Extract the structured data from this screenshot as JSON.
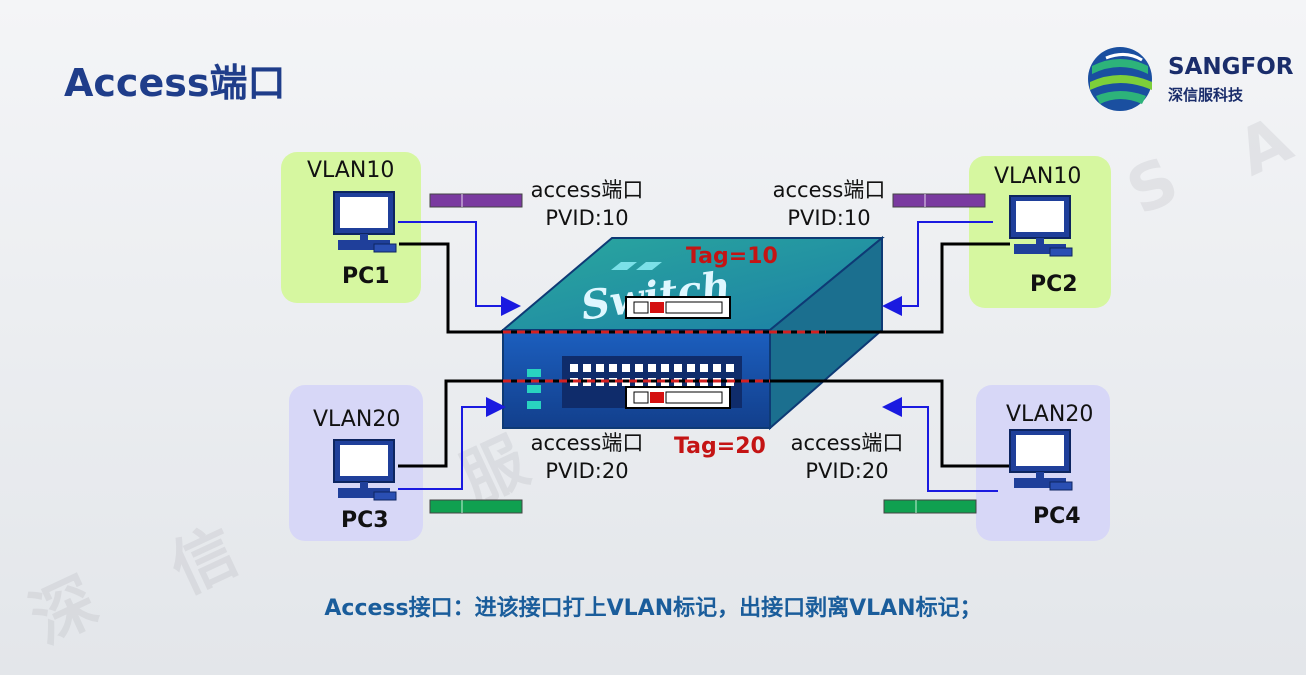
{
  "title": "Access端口",
  "logo": {
    "name": "SANGFOR",
    "subtitle": "深信服科技"
  },
  "watermarks": [
    "深",
    "信",
    "服",
    "S",
    "A"
  ],
  "pcs": [
    {
      "vlan": "VLAN10",
      "name": "PC1"
    },
    {
      "vlan": "VLAN10",
      "name": "PC2"
    },
    {
      "vlan": "VLAN20",
      "name": "PC3"
    },
    {
      "vlan": "VLAN20",
      "name": "PC4"
    }
  ],
  "ports": [
    {
      "type": "access端口",
      "pvid": "PVID:10"
    },
    {
      "type": "access端口",
      "pvid": "PVID:10"
    },
    {
      "type": "access端口",
      "pvid": "PVID:20"
    },
    {
      "type": "access端口",
      "pvid": "PVID:20"
    }
  ],
  "switch_label": "Switch",
  "tags": {
    "top": "Tag=10",
    "bottom": "Tag=20"
  },
  "caption": "Access接口：进该接口打上VLAN标记，出接口剥离VLAN标记；",
  "colors": {
    "vlan10_box": "#d6f7a0",
    "vlan20_box": "#d7d7f7",
    "vlan10_frame": "#7a3aa0",
    "vlan20_frame": "#10a050",
    "tag_red": "#c41414",
    "arrow_blue": "#1a1ae0",
    "switch_blue": "#1d4fa8",
    "switch_teal": "#1fa79a"
  }
}
